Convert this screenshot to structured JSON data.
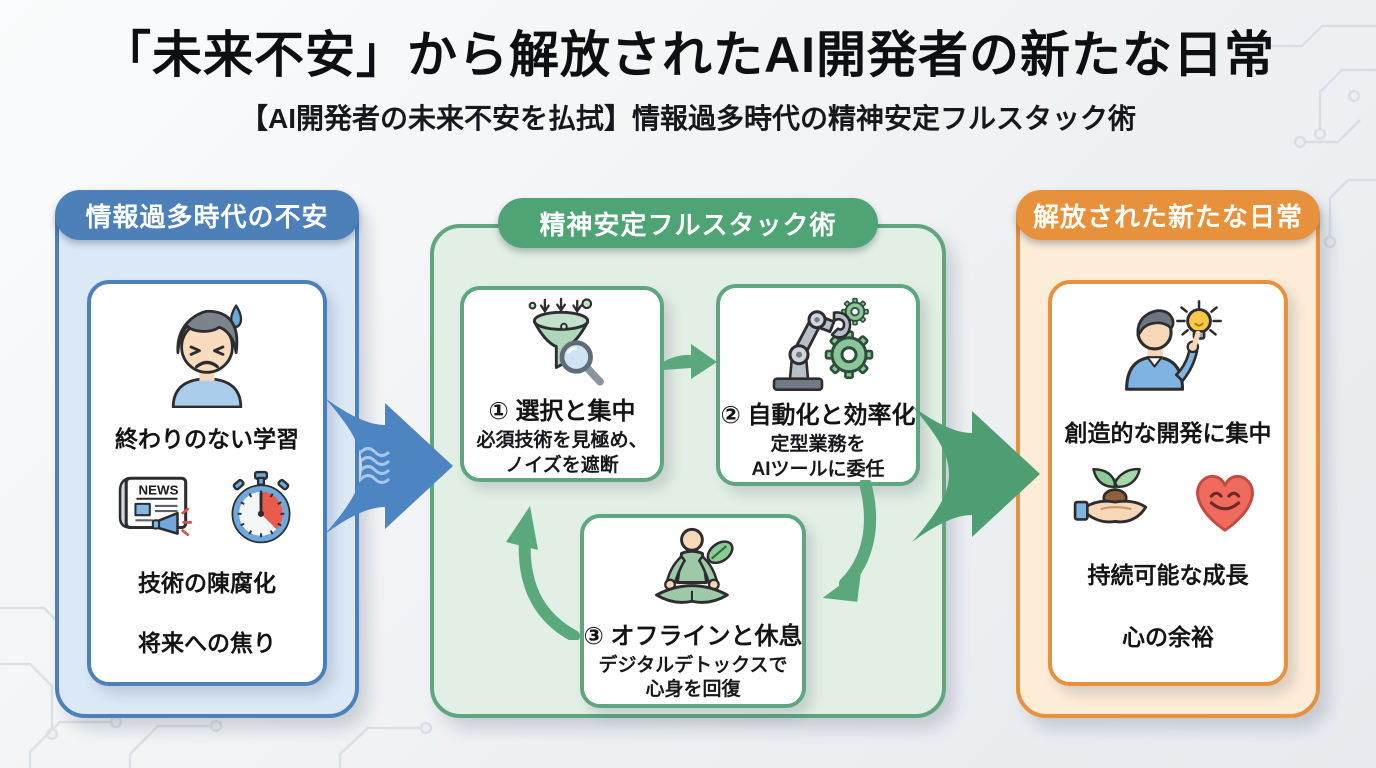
{
  "title": "「未来不安」から解放されたAI開発者の新たな日常",
  "subtitle": "【AI開発者の未来不安を払拭】情報過多時代の精神安定フルスタック術",
  "left_panel": {
    "header": "情報過多時代の不安",
    "item1": "終わりのない学習",
    "item2": "技術の陳腐化",
    "item3": "将来への焦り",
    "news_label": "NEWS"
  },
  "middle_panel": {
    "header": "精神安定フルスタック術",
    "steps": [
      {
        "title": "① 選択と集中",
        "desc1": "必須技術を見極め、",
        "desc2": "ノイズを遮断"
      },
      {
        "title": "② 自動化と効率化",
        "desc1": "定型業務を",
        "desc2": "AIツールに委任"
      },
      {
        "title": "③ オフラインと休息",
        "desc1": "デジタルデトックスで",
        "desc2": "心身を回復"
      }
    ]
  },
  "right_panel": {
    "header": "解放された新たな日常",
    "item1": "創造的な開発に集中",
    "item2": "持続可能な成長",
    "item3": "心の余裕"
  },
  "colors": {
    "blue_accent": "#4d7fb8",
    "blue_fill": "#dbe8f6",
    "green_accent": "#4fa475",
    "green_fill": "#e2efe4",
    "orange_accent": "#e8913c",
    "orange_fill": "#fcecd8",
    "arrow_blue": "#4d84c2",
    "arrow_green": "#4f9e73",
    "alert_red": "#e85b4e",
    "bulb_yellow": "#f8c84a"
  }
}
